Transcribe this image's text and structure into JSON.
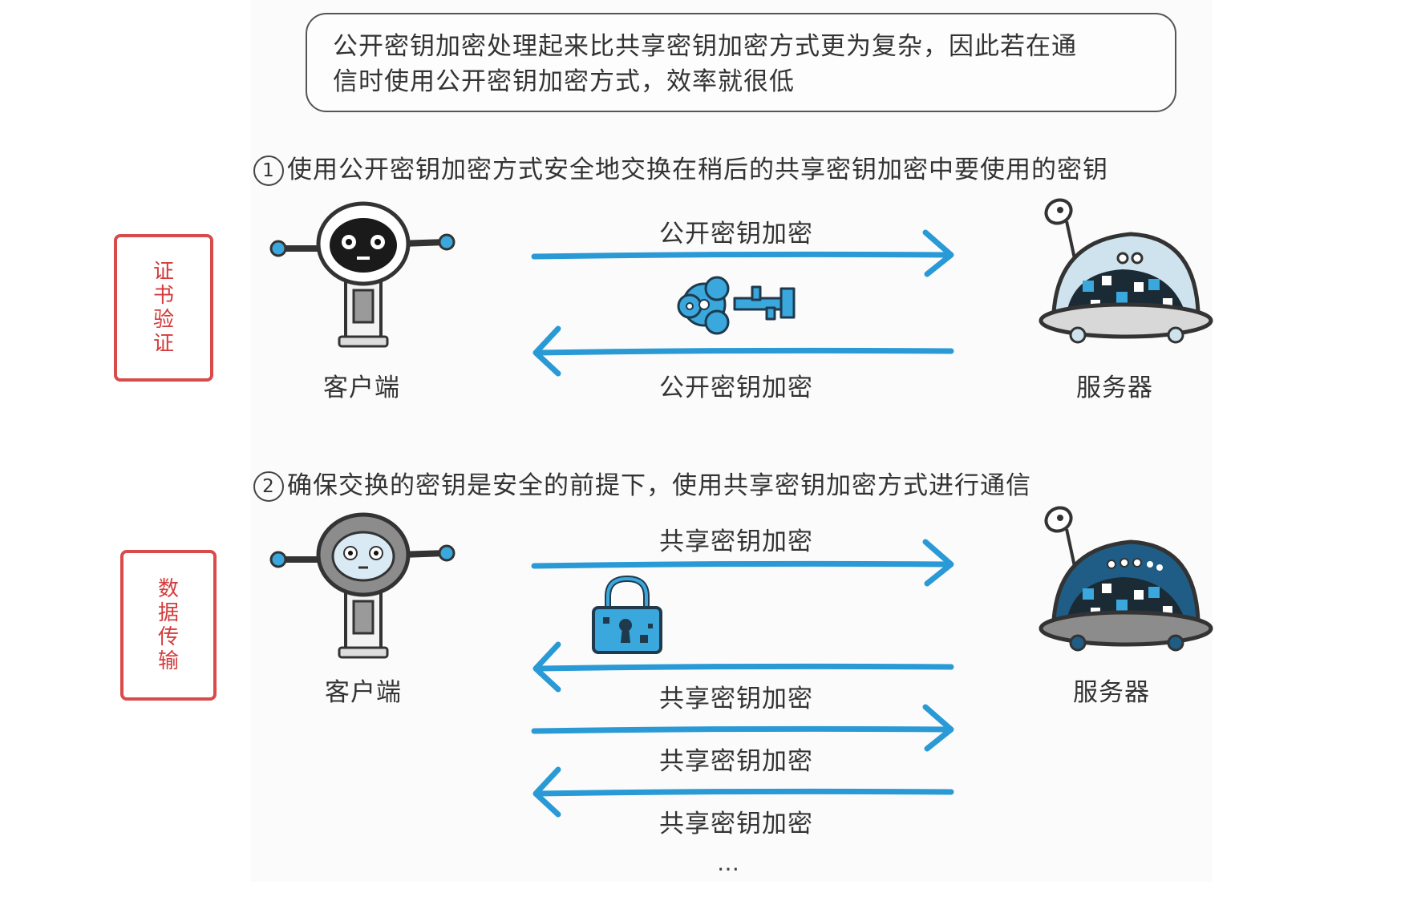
{
  "note": {
    "line1": "公开密钥加密处理起来比共享密钥加密方式更为复杂，因此若在通",
    "line2": "信时使用公开密钥加密方式，效率就很低"
  },
  "step1": {
    "num": "1",
    "text": "使用公开密钥加密方式安全地交换在稍后的共享密钥加密中要使用的密钥"
  },
  "step2": {
    "num": "2",
    "text": "确保交换的密钥是安全的前提下，使用共享密钥加密方式进行通信"
  },
  "side_labels": {
    "cert": [
      "证",
      "书",
      "验",
      "证"
    ],
    "data": [
      "数",
      "据",
      "传",
      "输"
    ]
  },
  "actors": {
    "client": "客户端",
    "server": "服务器"
  },
  "arrows1": {
    "top": "公开密钥加密",
    "bottom": "公开密钥加密"
  },
  "arrows2": {
    "a": "共享密钥加密",
    "b": "共享密钥加密",
    "c": "共享密钥加密",
    "d": "共享密钥加密"
  },
  "ellipsis": "…",
  "colors": {
    "arrow": "#2a9ad6",
    "accent_red": "#d94a4a",
    "robot_dark": "#1f3a4d",
    "robot_blue": "#3aa7dd"
  }
}
